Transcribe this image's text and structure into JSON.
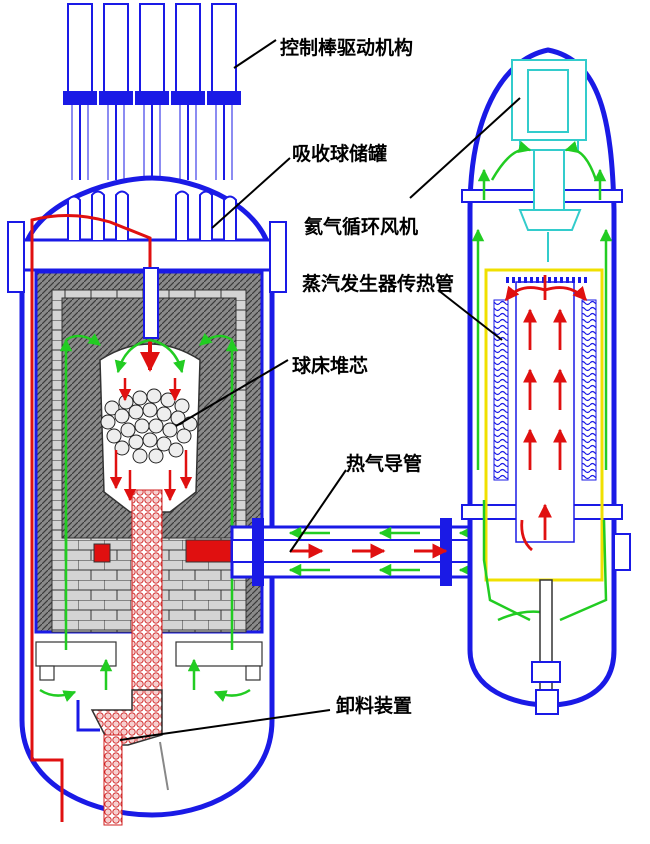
{
  "labels": {
    "control_rod_drive": "控制棒驱动机构",
    "absorber_ball_tank": "吸收球储罐",
    "helium_circulator": "氦气循环风机",
    "steam_generator_tubes": "蒸汽发生器传热管",
    "pebble_bed_core": "球床堆芯",
    "hot_gas_duct": "热气导管",
    "fuel_discharge": "卸料装置"
  },
  "colors": {
    "vessel": "#1a1ae6",
    "hot_flow": "#e01010",
    "cold_flow": "#22cc22",
    "circulator": "#33cccc",
    "sg_box": "#f0e000",
    "graphite": "#6a6a6a",
    "carbon_brick": "#d2d2d2",
    "pebble": "#f2c6c6"
  }
}
